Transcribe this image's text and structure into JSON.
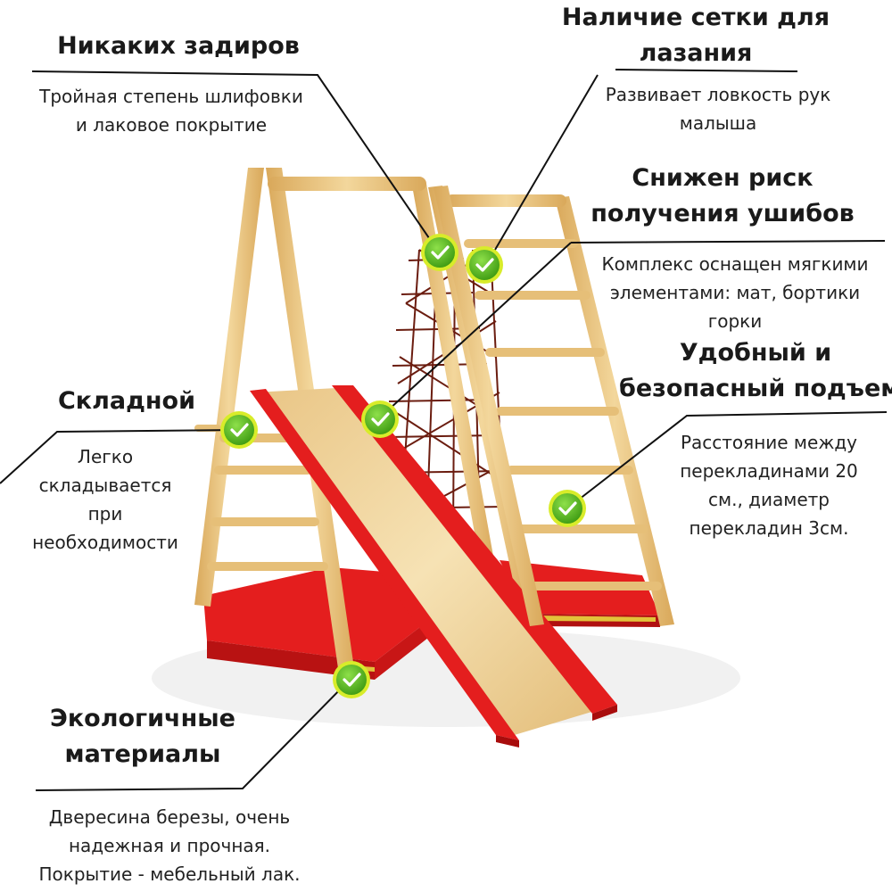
{
  "features": [
    {
      "title_lines": [
        "Никаких задиров"
      ],
      "desc_lines": [
        "Тройная степень шлифовки",
        "и лаковое покрытие"
      ]
    },
    {
      "title_lines": [
        "Наличие сетки для",
        "лазания"
      ],
      "desc_lines": [
        "Развивает ловкость рук",
        "малыша"
      ]
    },
    {
      "title_lines": [
        "Снижен риск",
        "получения ушибов"
      ],
      "desc_lines": [
        "Комплекс оснащен мягкими",
        "элементами: мат, бортики",
        "горки"
      ]
    },
    {
      "title_lines": [
        "Удобный и",
        "безопасный подъем"
      ],
      "desc_lines": [
        "Расстояние между",
        "перекладинами 20",
        "см., диаметр",
        "перекладин 3см."
      ]
    },
    {
      "title_lines": [
        "Складной"
      ],
      "desc_lines": [
        "Легко",
        "складывается",
        "при",
        "необходимости"
      ]
    },
    {
      "title_lines": [
        "Экологичные",
        "материалы"
      ],
      "desc_lines": [
        "Двересина березы, очень",
        "надежная и прочная.",
        "Покрытие - мебельный лак."
      ]
    }
  ],
  "colors": {
    "wood": "#e8c27a",
    "wood_dark": "#c99a45",
    "mat_red": "#e41e1e",
    "slide_surface": "#f0d49a",
    "net": "#6b1d10",
    "check_green": "#5fbf1f",
    "check_ring": "#d8ec2a",
    "line": "#111111"
  },
  "icons": [
    "check-icon"
  ]
}
